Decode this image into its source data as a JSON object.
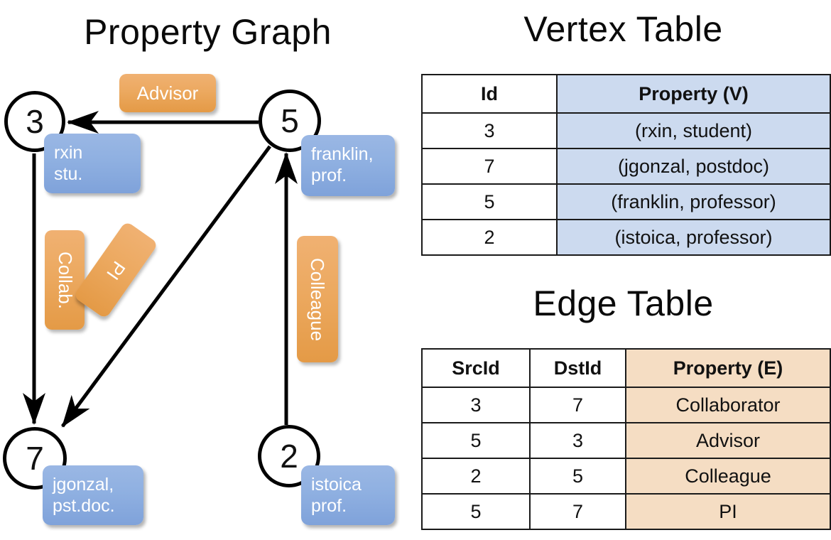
{
  "titles": {
    "graph": "Property Graph",
    "vertex_table": "Vertex Table",
    "edge_table": "Edge Table"
  },
  "graph": {
    "vertices": [
      {
        "id": "3",
        "property": "rxin\nstu."
      },
      {
        "id": "5",
        "property": "franklin,\nprof."
      },
      {
        "id": "7",
        "property": "jgonzal,\npst.doc."
      },
      {
        "id": "2",
        "property": "istoica\nprof."
      }
    ],
    "edge_labels": [
      {
        "name": "advisor",
        "label": "Advisor"
      },
      {
        "name": "collab",
        "label": "Collab."
      },
      {
        "name": "pi",
        "label": "PI"
      },
      {
        "name": "colleague",
        "label": "Colleague"
      }
    ]
  },
  "vertex_table": {
    "headers": [
      "Id",
      "Property (V)"
    ],
    "rows": [
      {
        "id": "3",
        "property": "(rxin, student)"
      },
      {
        "id": "7",
        "property": "(jgonzal, postdoc)"
      },
      {
        "id": "5",
        "property": "(franklin, professor)"
      },
      {
        "id": "2",
        "property": "(istoica, professor)"
      }
    ]
  },
  "edge_table": {
    "headers": [
      "SrcId",
      "DstId",
      "Property (E)"
    ],
    "rows": [
      {
        "src": "3",
        "dst": "7",
        "property": "Collaborator"
      },
      {
        "src": "5",
        "dst": "3",
        "property": "Advisor"
      },
      {
        "src": "2",
        "dst": "5",
        "property": "Colleague"
      },
      {
        "src": "5",
        "dst": "7",
        "property": "PI"
      }
    ]
  },
  "colors": {
    "vertex_property_box": "#8fb0e1",
    "edge_label_box": "#eca960",
    "vertex_table_highlight": "#ccdaef",
    "edge_table_highlight": "#f5ddc3",
    "stroke": "#000000",
    "background": "#ffffff"
  }
}
